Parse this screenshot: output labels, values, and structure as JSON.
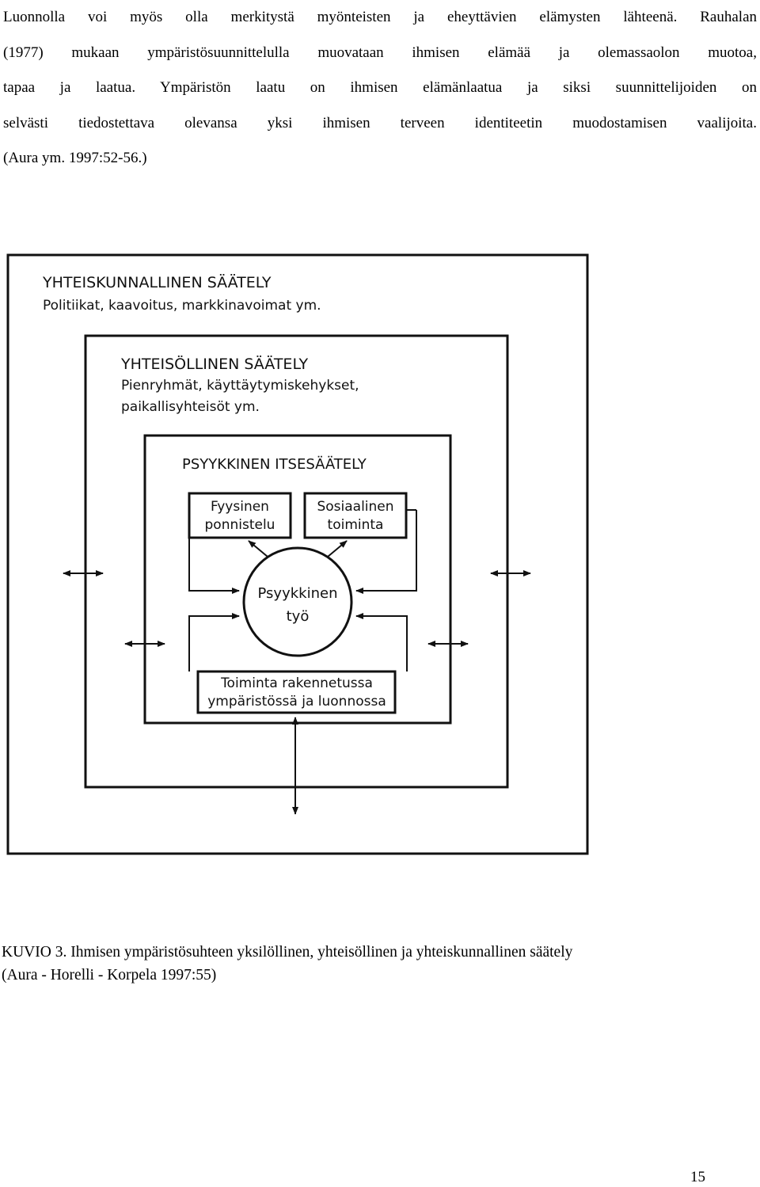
{
  "body_text": {
    "lines": [
      "Luonnolla voi myös olla merkitystä myönteisten ja eheyttävien elämysten lähteenä. Rauhalan",
      "(1977) mukaan ympäristösuunnittelulla muovataan ihmisen elämää ja olemassaolon muotoa,",
      "tapaa ja laatua. Ympäristön laatu on ihmisen elämänlaatua ja siksi suunnittelijoiden on",
      "selvästi tiedostettava olevansa yksi ihmisen terveen identiteetin muodostamisen vaalijoita.",
      "(Aura ym. 1997:52-56.)"
    ]
  },
  "figure": {
    "outer": {
      "title": "YHTEISKUNNALLINEN SÄÄTELY",
      "subtitle": "Politiikat, kaavoitus, markkinavoimat ym."
    },
    "middle": {
      "title": "YHTEISÖLLINEN SÄÄTELY",
      "subtitle_line1": "Pienryhmät, käyttäytymiskehykset,",
      "subtitle_line2": "paikallisyhteisöt ym."
    },
    "inner": {
      "title": "PSYYKKINEN ITSESÄÄTELY"
    },
    "box_physical": {
      "line1": "Fyysinen",
      "line2": "ponnistelu"
    },
    "box_social": {
      "line1": "Sosiaalinen",
      "line2": "toiminta"
    },
    "center": {
      "line1": "Psyykkinen",
      "line2": "työ"
    },
    "box_environment": {
      "line1": "Toiminta rakennetussa",
      "line2": "ympäristössä ja luonnossa"
    }
  },
  "caption": {
    "line1": "KUVIO 3. Ihmisen ympäristösuhteen yksilöllinen, yhteisöllinen ja yhteiskunnallinen säätely",
    "line2": "(Aura - Horelli - Korpela 1997:55)"
  },
  "page_number": "15"
}
